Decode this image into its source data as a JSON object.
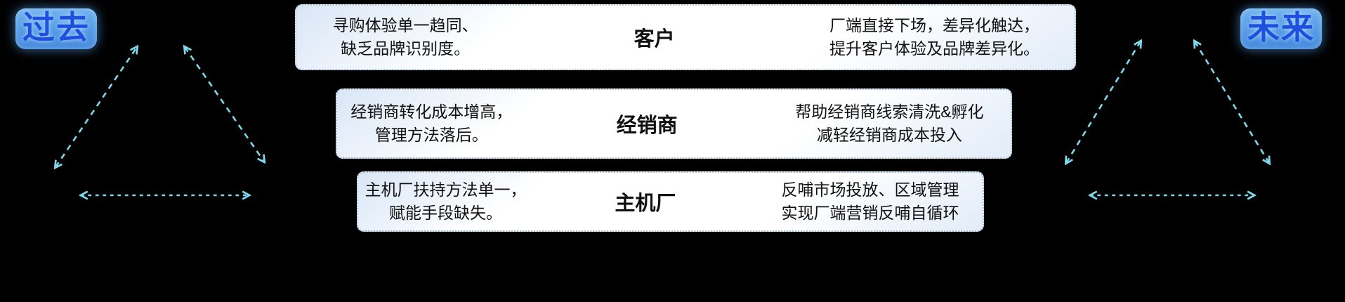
{
  "header": {
    "past_label": "过去",
    "future_label": "未来"
  },
  "rows": [
    {
      "name": "customer",
      "title": "客户",
      "past": [
        "寻购体验单一趋同、",
        "缺乏品牌识别度。"
      ],
      "future": [
        "厂端直接下场，差异化触达，",
        "提升客户体验及品牌差异化。"
      ]
    },
    {
      "name": "dealer",
      "title": "经销商",
      "past": [
        "经销商转化成本增高，",
        "管理方法落后。"
      ],
      "future": [
        "帮助经销商线索清洗&孵化",
        "减轻经销商成本投入"
      ]
    },
    {
      "name": "oem",
      "title": "主机厂",
      "past": [
        "主机厂扶持方法单一，",
        "赋能手段缺失。"
      ],
      "future": [
        "反哺市场投放、区域管理",
        "实现厂端营销反哺自循环"
      ]
    }
  ],
  "colors": {
    "background": "#000000",
    "arrow": "#7fd8ea",
    "label_text": "#1d4fe0",
    "label_background": "#4e9be0",
    "box_text": "#111111"
  }
}
